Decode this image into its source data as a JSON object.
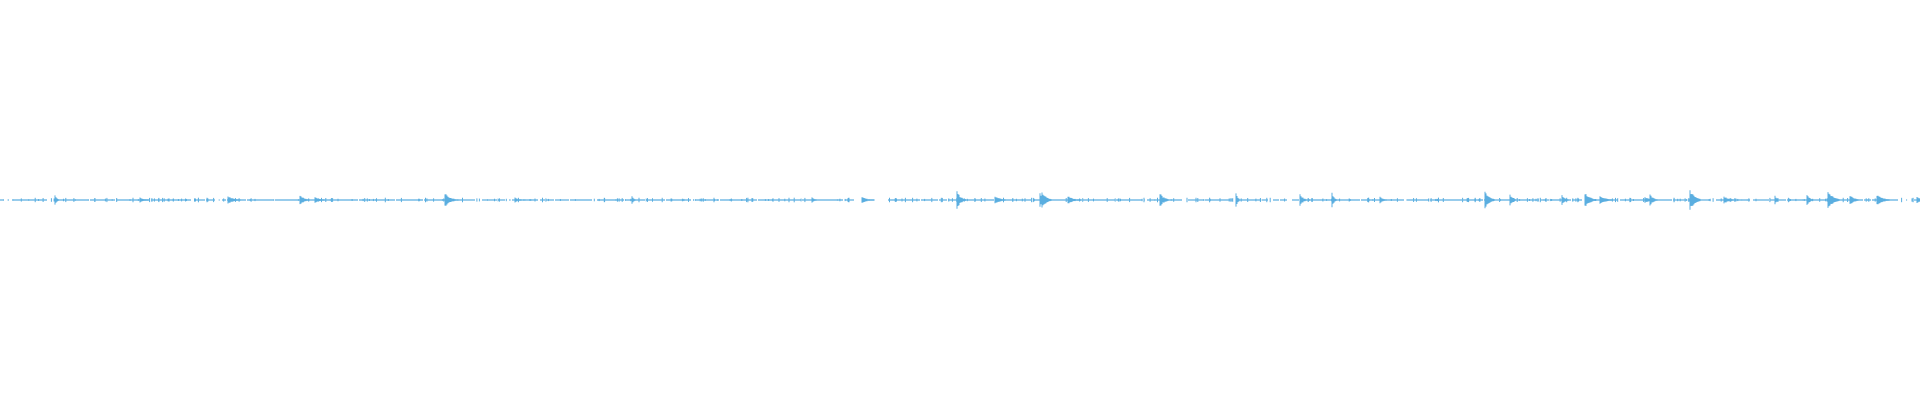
{
  "waveform": {
    "color": "#5aaee0",
    "seed": 17,
    "peaks": [
      0.42,
      0.19,
      0.31,
      0.28,
      0.54,
      0.21,
      0.35,
      0.27,
      0.23,
      0.72,
      0.33,
      0.61,
      0.3,
      0.48,
      0.56,
      0.26,
      0.7,
      0.5,
      0.38,
      0.6,
      0.24,
      0.78,
      0.3,
      0.37,
      0.52,
      0.41,
      0.4,
      0.26,
      0.58,
      0.62,
      0.55,
      0.34,
      0.45,
      0.68,
      0.36
    ],
    "gaps": [
      0.2,
      0.44,
      0.69,
      0.82,
      0.982
    ]
  }
}
